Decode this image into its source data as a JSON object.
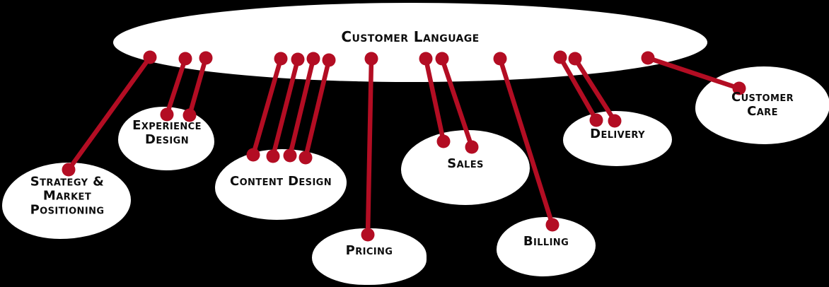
{
  "colors": {
    "background": "#000000",
    "node_fill": "#ffffff",
    "connector": "#b30d23",
    "label": "#0d0d0d"
  },
  "hub": {
    "id": "customer-language",
    "label": "Customer Language"
  },
  "nodes": [
    {
      "id": "strategy-market-positioning",
      "label": "Strategy &\nMarket\nPositioning"
    },
    {
      "id": "experience-design",
      "label": "Experience\nDesign"
    },
    {
      "id": "content-design",
      "label": "Content Design"
    },
    {
      "id": "pricing",
      "label": "Pricing"
    },
    {
      "id": "sales",
      "label": "Sales"
    },
    {
      "id": "billing",
      "label": "Billing"
    },
    {
      "id": "delivery",
      "label": "Delivery"
    },
    {
      "id": "customer-care",
      "label": "Customer Care"
    }
  ],
  "connections": [
    {
      "from": "customer-language",
      "to": "strategy-market-positioning",
      "pins": 1
    },
    {
      "from": "customer-language",
      "to": "experience-design",
      "pins": 2
    },
    {
      "from": "customer-language",
      "to": "content-design",
      "pins": 4
    },
    {
      "from": "customer-language",
      "to": "pricing",
      "pins": 1
    },
    {
      "from": "customer-language",
      "to": "sales",
      "pins": 2
    },
    {
      "from": "customer-language",
      "to": "billing",
      "pins": 1
    },
    {
      "from": "customer-language",
      "to": "delivery",
      "pins": 2
    },
    {
      "from": "customer-language",
      "to": "customer-care",
      "pins": 1
    }
  ]
}
